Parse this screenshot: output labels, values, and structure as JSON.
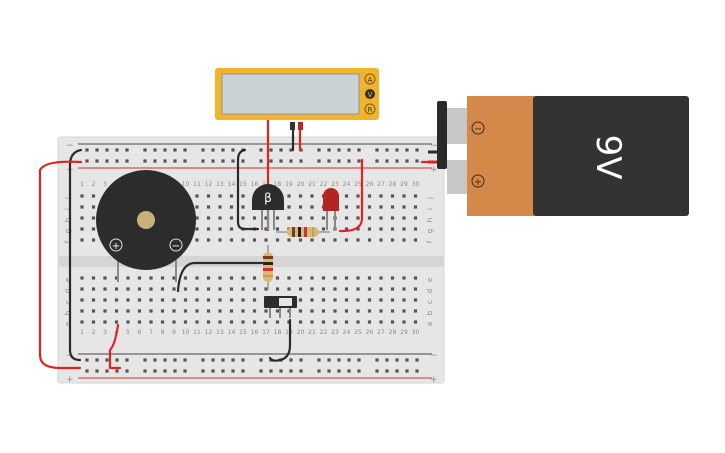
{
  "meter": {
    "display_value": "",
    "modes": [
      "A",
      "V",
      "R"
    ]
  },
  "battery": {
    "voltage_label": "9V",
    "minus_symbol": "−",
    "plus_symbol": "+"
  },
  "buzzer": {
    "plus_symbol": "+",
    "minus_symbol": "−"
  },
  "transistor": {
    "symbol": "β"
  },
  "breadboard": {
    "columns": 30,
    "row_letters_top": [
      "j",
      "i",
      "h",
      "g",
      "f"
    ],
    "row_letters_bottom": [
      "e",
      "d",
      "c",
      "b",
      "a"
    ],
    "rail_minus": "−",
    "rail_plus": "+"
  },
  "colors": {
    "board": "#e6e6e6",
    "rail_red": "#d8322b",
    "wire_red": "#e0231f",
    "wire_black": "#2b2b2b",
    "meter_body": "#f3b22b",
    "battery_orange": "#d4894a",
    "battery_black": "#333333",
    "led_red": "#b3251f"
  }
}
